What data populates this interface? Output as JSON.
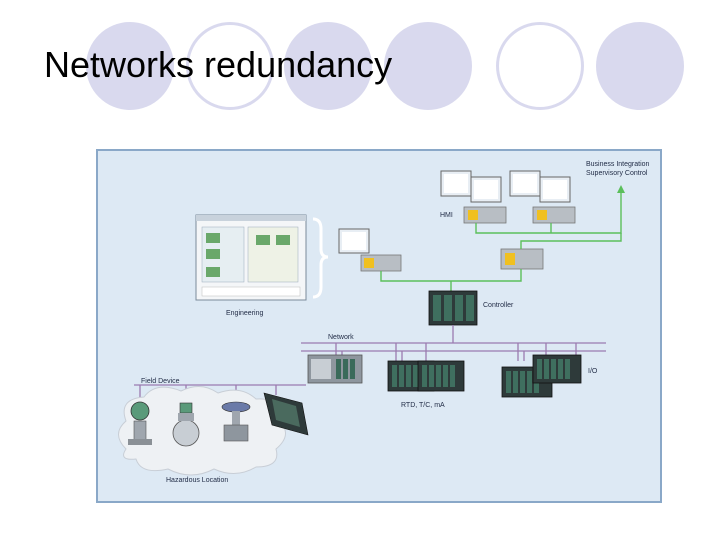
{
  "slide": {
    "title": "Networks redundancy"
  },
  "diagram": {
    "labels": {
      "business_integration": "Business Integration",
      "supervisory_control": "Supervisory Control",
      "hmi": "HMI",
      "engineering": "Engineering",
      "controller": "Controller",
      "network": "Network",
      "field_device": "Field Device",
      "io": "I/O",
      "rtd": "RTD, T/C, mA",
      "hazardous_location": "Hazardous Location"
    }
  },
  "colors": {
    "circle": "#d9d9ee",
    "diagram_bg": "#dde9f4",
    "frame": "#8aa8c8",
    "green_line": "#5bbf5b",
    "purple_line": "#9a7bb0",
    "device": "#9fa6ae"
  }
}
